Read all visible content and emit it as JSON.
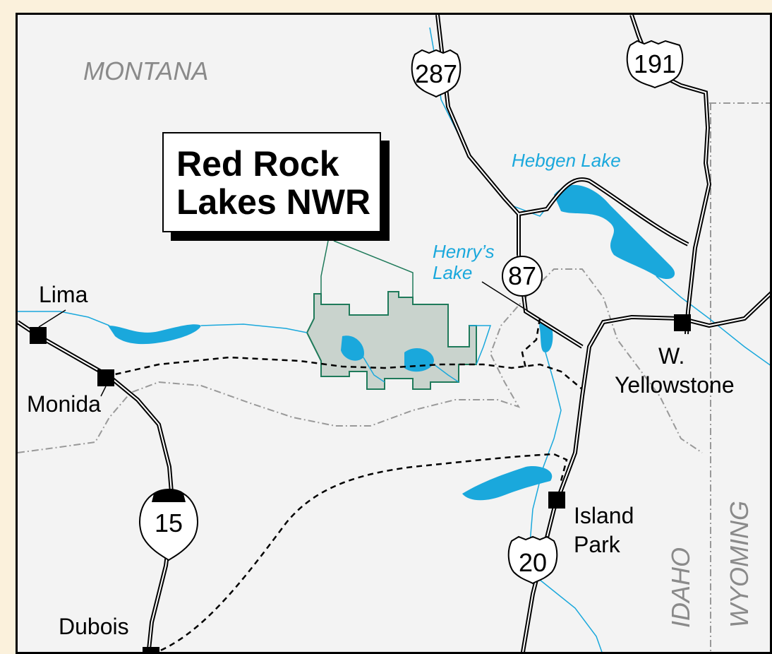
{
  "title": "Red Rock\nLakes NWR",
  "states": {
    "montana": "MONTANA",
    "idaho": "IDAHO",
    "wyoming": "WYOMING"
  },
  "water": {
    "hebgen_lake": "Hebgen Lake",
    "henrys_lake_line1": "Henry’s",
    "henrys_lake_line2": "Lake"
  },
  "towns": {
    "lima": "Lima",
    "monida": "Monida",
    "w_yellowstone_line1": "W.",
    "w_yellowstone_line2": "Yellowstone",
    "island_park_line1": "Island",
    "island_park_line2": "Park",
    "dubois": "Dubois"
  },
  "routes": {
    "us_287": "287",
    "us_191": "191",
    "us_87": "87",
    "i_15": "15",
    "us_20": "20"
  },
  "colors": {
    "water": "#1aa8dc",
    "refuge_fill": "#c9d3cd",
    "refuge_outline": "#1f7a5a",
    "land": "#f3f3f3",
    "border_bg": "#fbf1dc",
    "state_line": "#999999"
  }
}
